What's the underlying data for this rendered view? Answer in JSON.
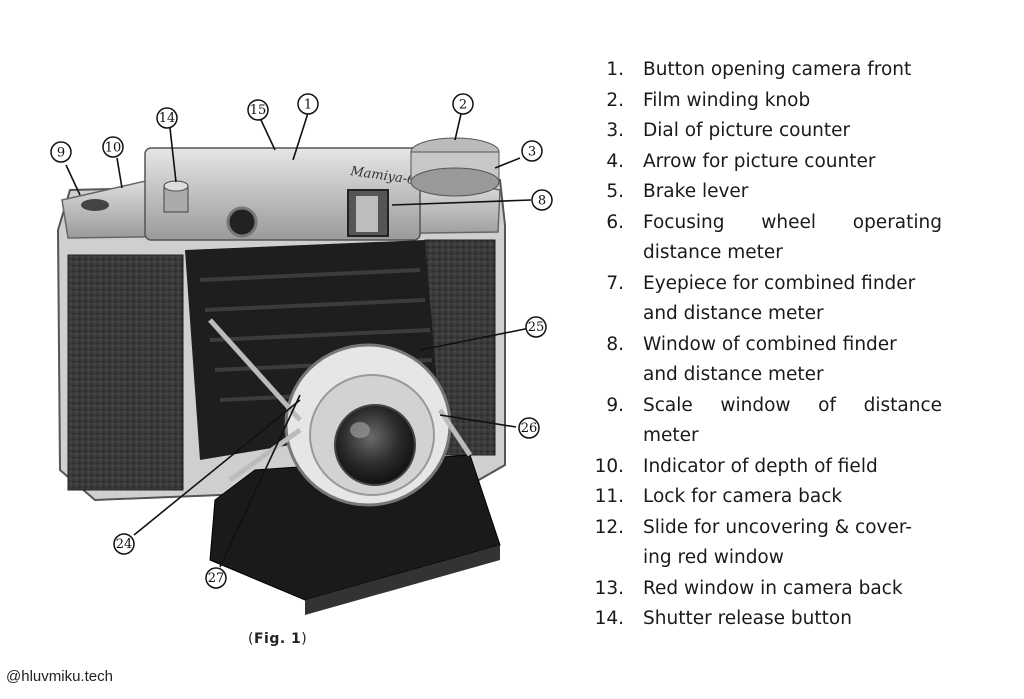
{
  "figure": {
    "caption": "Fig. 1",
    "callouts": [
      "1",
      "2",
      "3",
      "8",
      "9",
      "10",
      "14",
      "15",
      "24",
      "25",
      "26",
      "27"
    ],
    "camera_nameplate": "Mamiya-6"
  },
  "parts": [
    {
      "num": "1.",
      "text": "Button opening camera front"
    },
    {
      "num": "2.",
      "text": "Film winding knob"
    },
    {
      "num": "3.",
      "text": "Dial of picture counter"
    },
    {
      "num": "4.",
      "text": "Arrow for picture counter"
    },
    {
      "num": "5.",
      "text": "Brake lever"
    },
    {
      "num": "6.",
      "line1": "Focusing wheel operating",
      "line2": "distance meter"
    },
    {
      "num": "7.",
      "line1": "Eyepiece for combined finder",
      "line2": "and distance meter"
    },
    {
      "num": "8.",
      "line1": "Window of combined finder",
      "line2": "and distance meter"
    },
    {
      "num": "9.",
      "line1": "Scale window of distance",
      "line2": "meter"
    },
    {
      "num": "10.",
      "text": "Indicator of depth of field"
    },
    {
      "num": "11.",
      "text": "Lock for camera back"
    },
    {
      "num": "12.",
      "line1": "Slide for uncovering & cover-",
      "line2": "ing red window"
    },
    {
      "num": "13.",
      "text": "Red window in camera back"
    },
    {
      "num": "14.",
      "text": "Shutter release button"
    }
  ],
  "watermark": "@hluvmiku.tech"
}
